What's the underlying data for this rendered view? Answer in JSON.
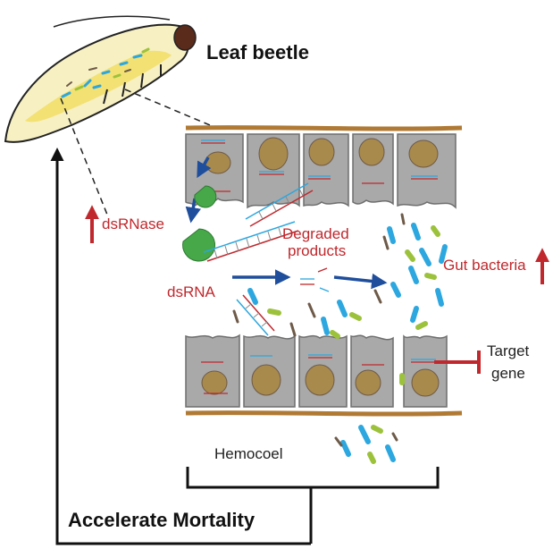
{
  "labels": {
    "organism": "Leaf beetle",
    "enzyme": "dsRNase",
    "substrate": "dsRNA",
    "products_line1": "Degraded",
    "products_line2": "products",
    "bacteria": "Gut bacteria",
    "target_line1": "Target",
    "target_line2": "gene",
    "compartment": "Hemocoel",
    "outcome": "Accelerate Mortality"
  },
  "colors": {
    "membrane": "#b07a34",
    "cell_fill": "#a9a9a9",
    "cell_stroke": "#6e6e6e",
    "nucleus": "#a88a4c",
    "enzyme_green": "#46a848",
    "arrow_blue": "#1f4e9c",
    "increase_red": "#c0282d",
    "bacteria_blue": "#2ca7df",
    "bacteria_green": "#9cc23c",
    "bacteria_brown": "#6e5a48",
    "larva_body": "#f7f0c2",
    "larva_head": "#5a2a1a"
  },
  "icons": [
    "larva-icon",
    "enzyme-icon",
    "dsrna-icon",
    "bacteria-icon",
    "up-arrow-icon",
    "inhibition-icon"
  ]
}
